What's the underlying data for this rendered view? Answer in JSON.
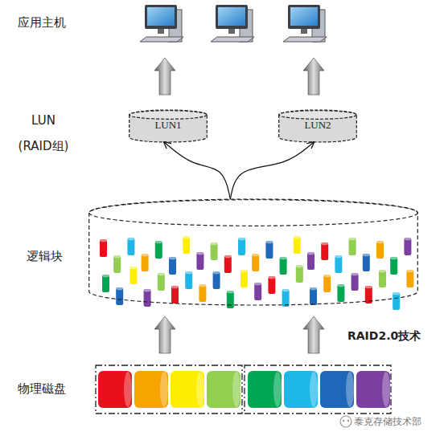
{
  "diagram": {
    "nodes": [
      {
        "text": [
          "LUN1"
        ]
      },
      {
        "text": [
          "LUN2"
        ]
      },
      {
        "text": [
          "逻辑块"
        ]
      }
    ],
    "edges": [
      {
        "from": 2,
        "to": 0,
        "arrow": "to"
      },
      {
        "from": 2,
        "to": 1,
        "arrow": "to"
      }
    ],
    "labels": [
      "应用主机",
      "LUN (RAID组)",
      "物理磁盘",
      "RAID2.0技术",
      "泰克存储技术部"
    ]
  }
}
